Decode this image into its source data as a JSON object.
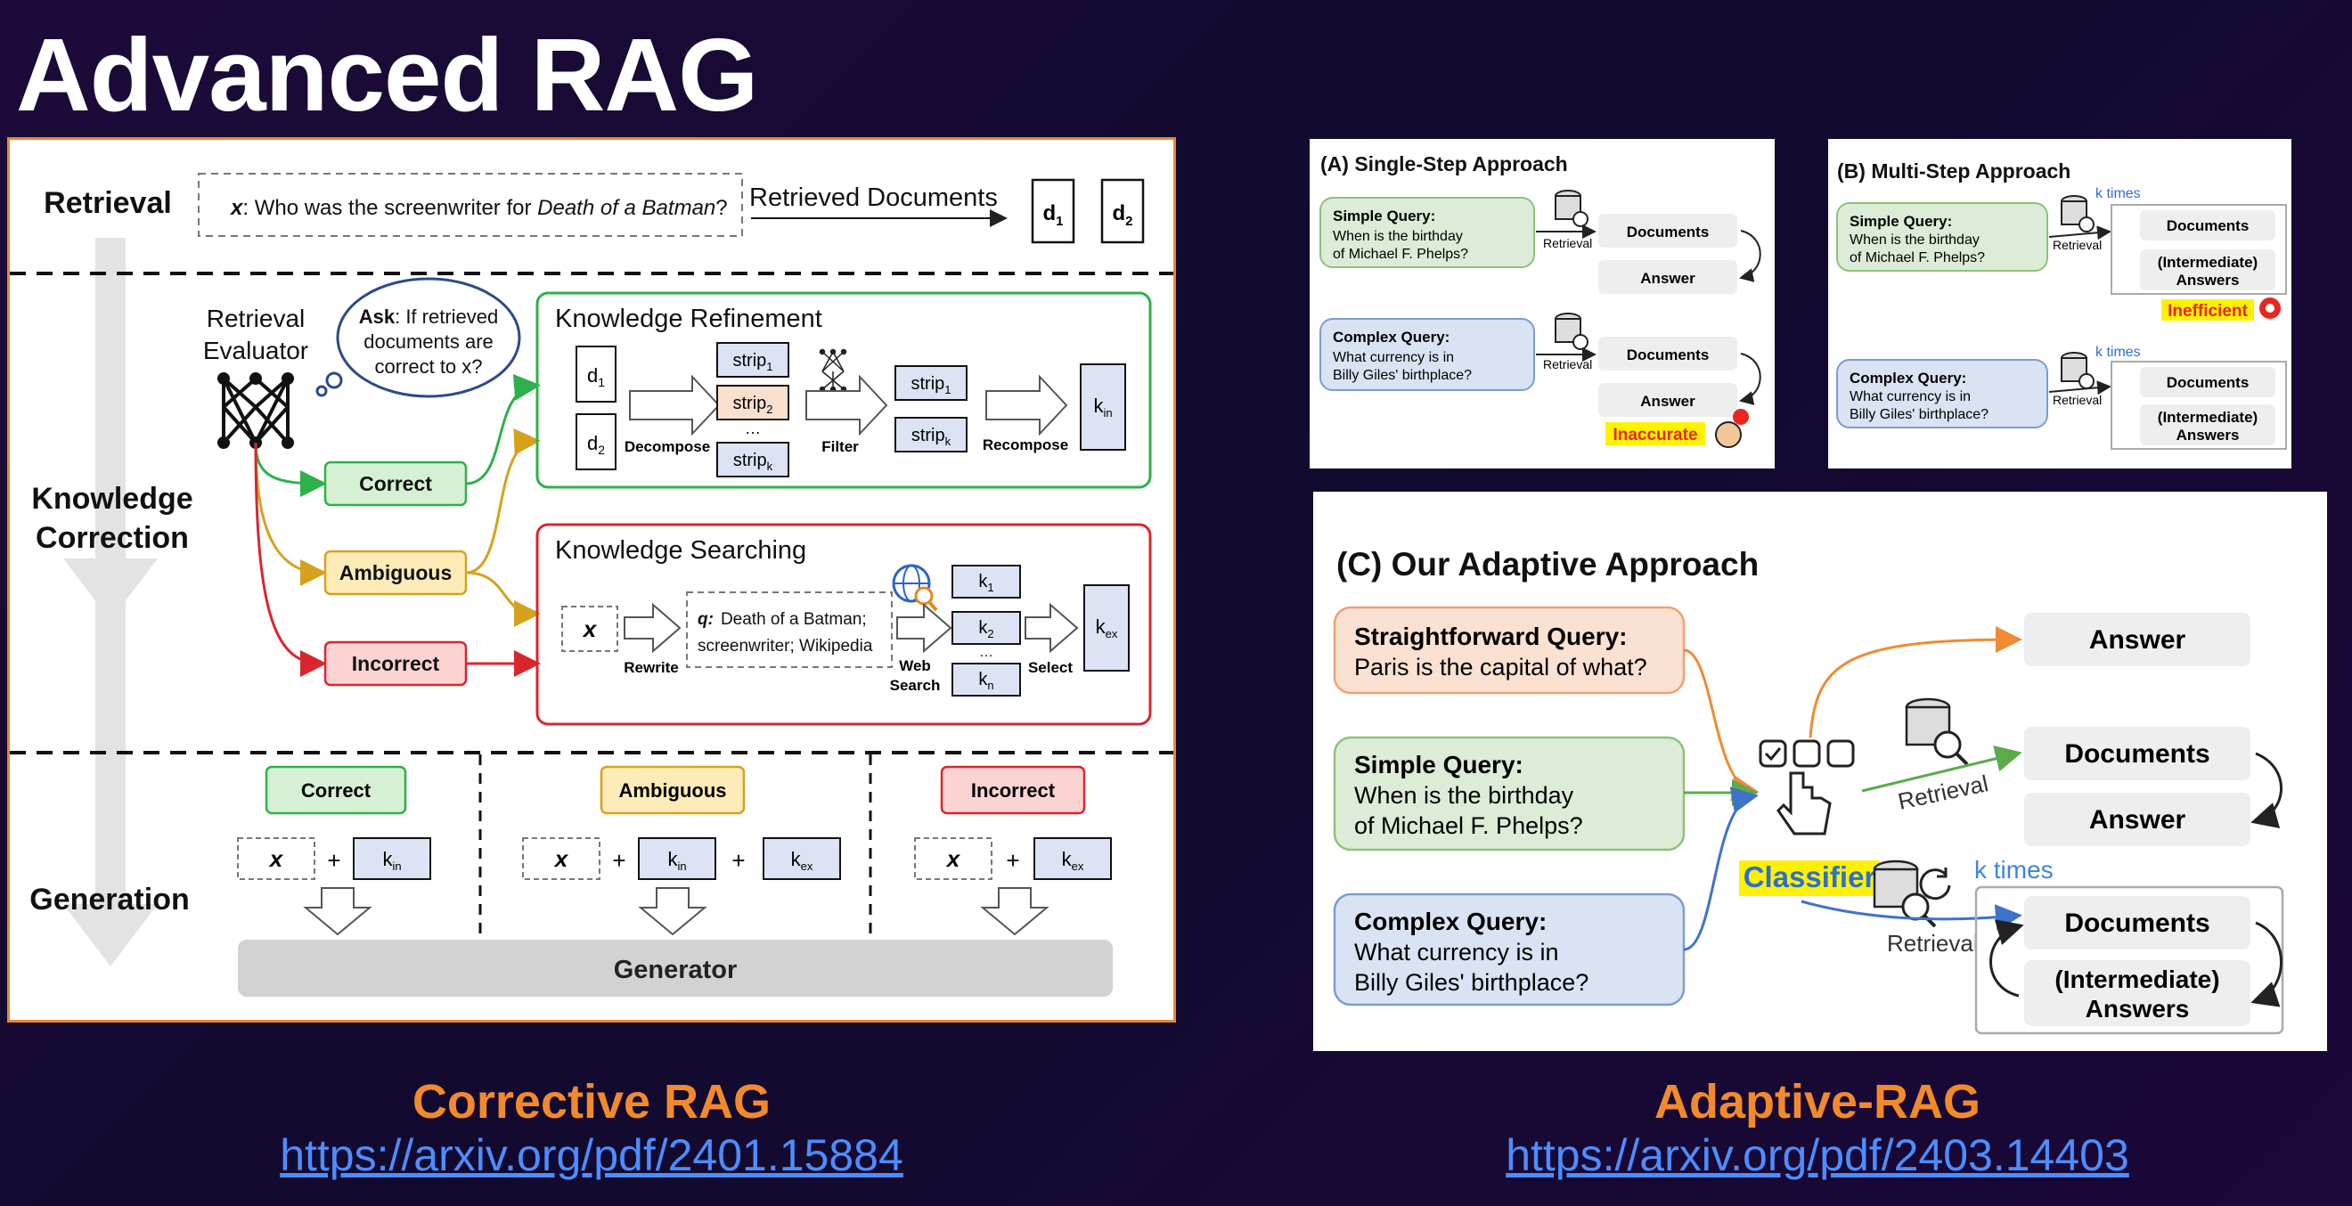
{
  "slide": {
    "title": "Advanced RAG"
  },
  "corrective": {
    "caption": "Corrective RAG",
    "link": "https://arxiv.org/pdf/2401.15884",
    "sections": {
      "retrieval": "Retrieval",
      "correction_1": "Knowledge",
      "correction_2": "Correction",
      "generation": "Generation"
    },
    "query_prefix": "x",
    "query_text": ": Who was the screenwriter for ",
    "query_italic": "Death of a Batman",
    "query_end": "?",
    "retrieved_docs": "Retrieved Documents",
    "evaluator_1": "Retrieval",
    "evaluator_2": "Evaluator",
    "ask_1": "Ask",
    "ask_1b": ": If retrieved",
    "ask_2": "documents are",
    "ask_3": "correct to x?",
    "labels": {
      "correct": "Correct",
      "ambiguous": "Ambiguous",
      "incorrect": "Incorrect"
    },
    "refinement": {
      "title": "Knowledge Refinement",
      "decompose": "Decompose",
      "filter": "Filter",
      "recompose": "Recompose",
      "strip": "strip",
      "dots": "…"
    },
    "searching": {
      "title": "Knowledge Searching",
      "rewrite": "Rewrite",
      "q_label": "q:",
      "q_line1": "Death of a Batman;",
      "q_line2": "screenwriter; Wikipedia",
      "web": "Web",
      "search": "Search",
      "select": "Select"
    },
    "generator": "Generator",
    "plus": "+"
  },
  "adaptive": {
    "caption": "Adaptive-RAG",
    "link": "https://arxiv.org/pdf/2403.14403",
    "a": {
      "title": "(A) Single-Step Approach",
      "simple_label": "Simple Query:",
      "simple_1": "When is the birthday",
      "simple_2": "of Michael F. Phelps?",
      "complex_label": "Complex Query:",
      "complex_1": "What currency is in",
      "complex_2": "Billy Giles' birthplace?",
      "retrieval": "Retrieval",
      "documents": "Documents",
      "answer": "Answer",
      "inaccurate": "Inaccurate"
    },
    "b": {
      "title": "(B) Multi-Step Approach",
      "k_times": "k times",
      "retrieval": "Retrieval",
      "documents": "Documents",
      "intermediate_1": "(Intermediate)",
      "intermediate_2": "Answers",
      "inefficient": "Inefficient"
    },
    "c": {
      "title": "(C) Our Adaptive Approach",
      "sf_label": "Straightforward Query:",
      "sf_text": "Paris is the capital of what?",
      "simple_label": "Simple Query:",
      "simple_1": "When is the birthday",
      "simple_2": "of Michael F. Phelps?",
      "complex_label": "Complex Query:",
      "complex_1": "What currency is in",
      "complex_2": "Billy Giles' birthplace?",
      "classifier": "Classifier",
      "retrieval": "Retrieval",
      "k_times": "k times",
      "answer": "Answer",
      "documents": "Documents",
      "intermediate_1": "(Intermediate)",
      "intermediate_2": "Answers"
    }
  },
  "colors": {
    "accent_orange": "#f28a2b",
    "link_blue": "#4c8dff",
    "green": "#2db14a",
    "gold": "#d6a21e",
    "red": "#d9262c",
    "highlight_yellow": "#fff200"
  }
}
